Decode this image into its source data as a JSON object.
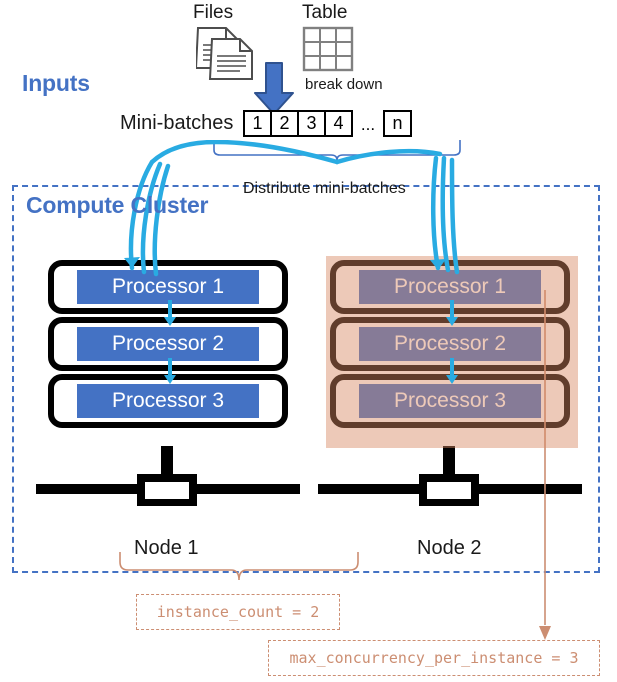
{
  "diagram": {
    "title": "Distributed mini-batch processing across compute cluster",
    "colors": {
      "accent_blue": "#4472C4",
      "cyan_arrow": "#29ABE2",
      "salmon_annotation": "#CC8E72",
      "node2_overlay": "rgba(214,136,97,0.45)",
      "processor_fill": "#4472C4",
      "rack_border": "#000000"
    }
  },
  "inputs": {
    "section_label": "Inputs",
    "sources": [
      {
        "caption": "Files",
        "icon": "files-icon"
      },
      {
        "caption": "Table",
        "icon": "table-icon"
      }
    ],
    "break_down_label": "break down",
    "break_down_arrow_icon": "down-arrow-icon",
    "minibatches": {
      "label": "Mini-batches",
      "cells": [
        "1",
        "2",
        "3",
        "4"
      ],
      "ellipsis": "...",
      "last_cell": "n"
    }
  },
  "distribute": {
    "label": "Distribute mini-batches",
    "arrow_icon": "distribute-arrows-icon"
  },
  "cluster": {
    "section_label": "Compute Cluster",
    "nodes": [
      {
        "caption": "Node 1",
        "state": "active",
        "processors": [
          {
            "label": "Processor 1"
          },
          {
            "label": "Processor 2"
          },
          {
            "label": "Processor 3"
          }
        ]
      },
      {
        "caption": "Node 2",
        "state": "highlighted",
        "processors": [
          {
            "label": "Processor 1"
          },
          {
            "label": "Processor 2"
          },
          {
            "label": "Processor 3"
          }
        ]
      }
    ]
  },
  "annotations": [
    {
      "text": "instance_count = 2",
      "name": "instance-count-annotation"
    },
    {
      "text": "max_concurrency_per_instance = 3",
      "name": "max-concurrency-annotation"
    }
  ]
}
